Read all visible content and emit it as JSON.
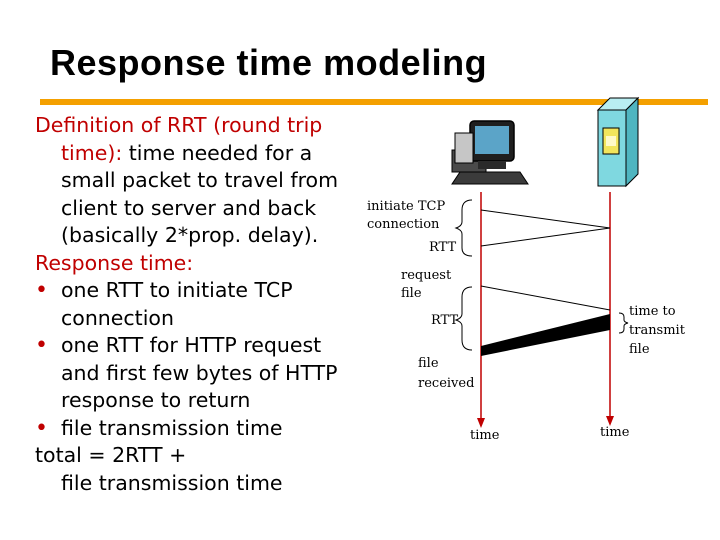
{
  "title": "Response time modeling",
  "definition": {
    "prefix": "Definition of RRT (round trip",
    "term_end": "time):",
    "rest": " time needed for a",
    "line3": "small packet to travel from",
    "line4": "client to server and back",
    "line5": "(basically 2*prop. delay)."
  },
  "response_heading": "Response time:",
  "bullets": [
    {
      "line1": "one RTT to initiate TCP",
      "line2": "connection"
    },
    {
      "line1": "one RTT for HTTP request",
      "line2": "and first few bytes of HTTP",
      "line3": "response to return"
    },
    {
      "line1": "file transmission time"
    }
  ],
  "total": {
    "line1": "total = 2RTT +",
    "line2": "file transmission time"
  },
  "bullet_glyph": "•",
  "diagram": {
    "initiate_1": "initiate TCP",
    "initiate_2": "connection",
    "rtt1": "RTT",
    "request_1": "request",
    "request_2": "file",
    "rtt2": "RTT",
    "received_1": "file",
    "received_2": "received",
    "time_client": "time",
    "time_server": "time",
    "transmit_1": "time to",
    "transmit_2": "transmit",
    "transmit_3": "file"
  },
  "colors": {
    "title_rule": "#f4a000",
    "accent_red": "#c00000",
    "server_fill": "#7fd8e0",
    "server_slot": "#f2e55c",
    "time_lines": "#c00000"
  },
  "icons": [
    "computer-icon",
    "server-icon"
  ]
}
